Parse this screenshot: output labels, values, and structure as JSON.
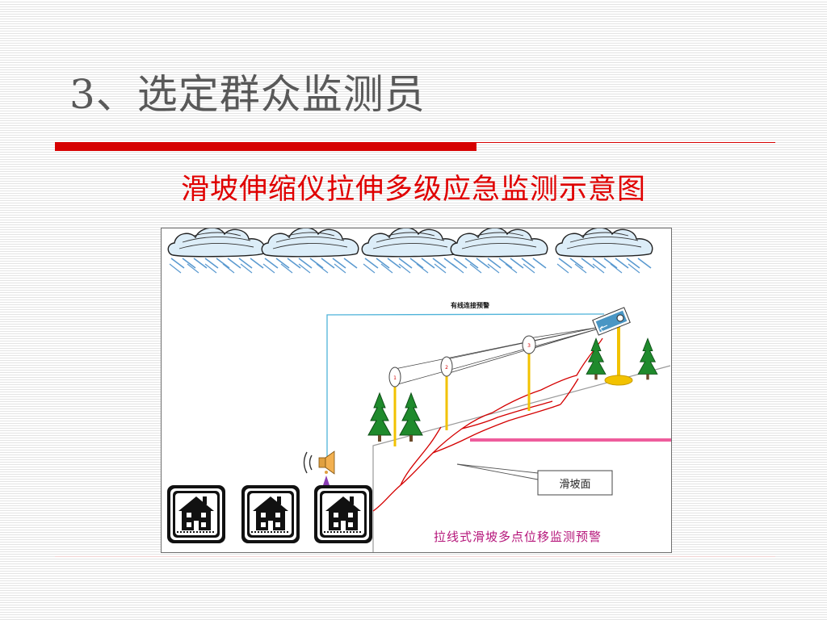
{
  "slide": {
    "title": "3、选定群众监测员",
    "subtitle": "滑坡伸缩仪拉伸多级应急监测示意图"
  },
  "diagram": {
    "wire_label": "有线连接预警",
    "markers": [
      "1",
      "2",
      "3"
    ],
    "slide_surface_label": "滑坡面",
    "caption": "拉线式滑坡多点位移监测预警"
  },
  "colors": {
    "title": "#595959",
    "accent_red": "#d60000",
    "subtitle_red": "#e00000",
    "wire_blue": "#4fb3d9",
    "crack_red": "#d40000",
    "pole_yellow": "#f2c200",
    "tree_green": "#1f8a2c",
    "pink_line": "#ee5c9c",
    "camera_blue": "#4a96c4"
  },
  "icons": [
    "rain-cloud-icon",
    "camera-icon",
    "siren-icon",
    "house-icon",
    "tree-icon"
  ]
}
